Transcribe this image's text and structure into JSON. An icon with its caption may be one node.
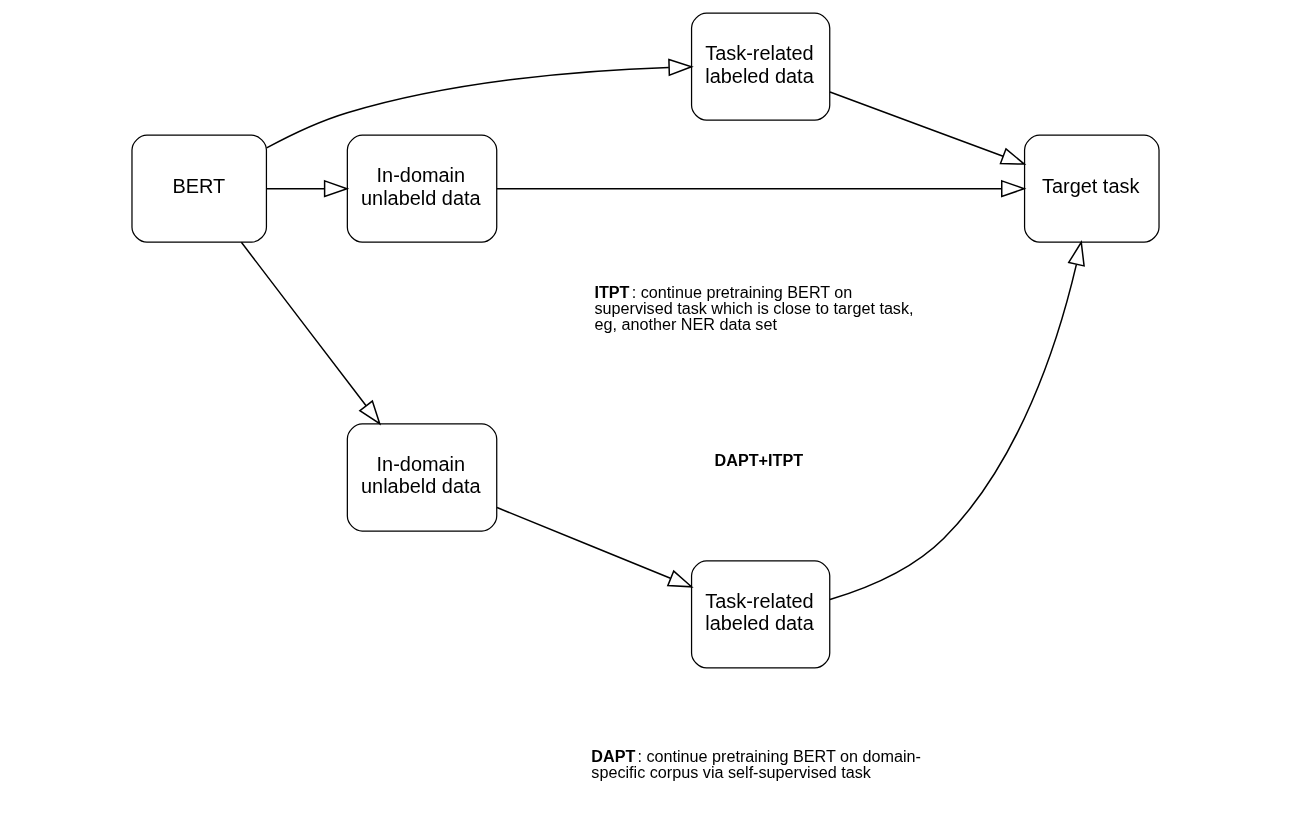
{
  "diagram": {
    "nodes": [
      {
        "text": [
          "BERT"
        ]
      },
      {
        "text": [
          "Task-related labeled data"
        ]
      },
      {
        "text": [
          "In-domain unlabeld data"
        ]
      },
      {
        "text": [
          "Task-related labeled data"
        ]
      },
      {
        "text": [
          "Target task"
        ]
      },
      {
        "text": [
          "In-domain unlabeld data"
        ]
      }
    ],
    "edges": [
      {
        "from": 0,
        "to": 1,
        "arrow": "to"
      },
      {
        "from": 1,
        "to": 4,
        "arrow": "to"
      },
      {
        "from": 0,
        "to": 2,
        "arrow": "to"
      },
      {
        "from": 2,
        "to": 3,
        "arrow": "to"
      },
      {
        "from": 3,
        "to": 4,
        "arrow": "to"
      },
      {
        "from": 0,
        "to": 5,
        "arrow": "to"
      },
      {
        "from": 5,
        "to": 4,
        "arrow": "to"
      }
    ],
    "labels": [
      "**ITPT**: continue pretraining BERT on supervised task which is close to target task, eg, another NER data set",
      "DAPT+ITPT",
      "**DAPT**: continue pretraining BERT on domain-specific corpus via self-supervised task"
    ]
  }
}
